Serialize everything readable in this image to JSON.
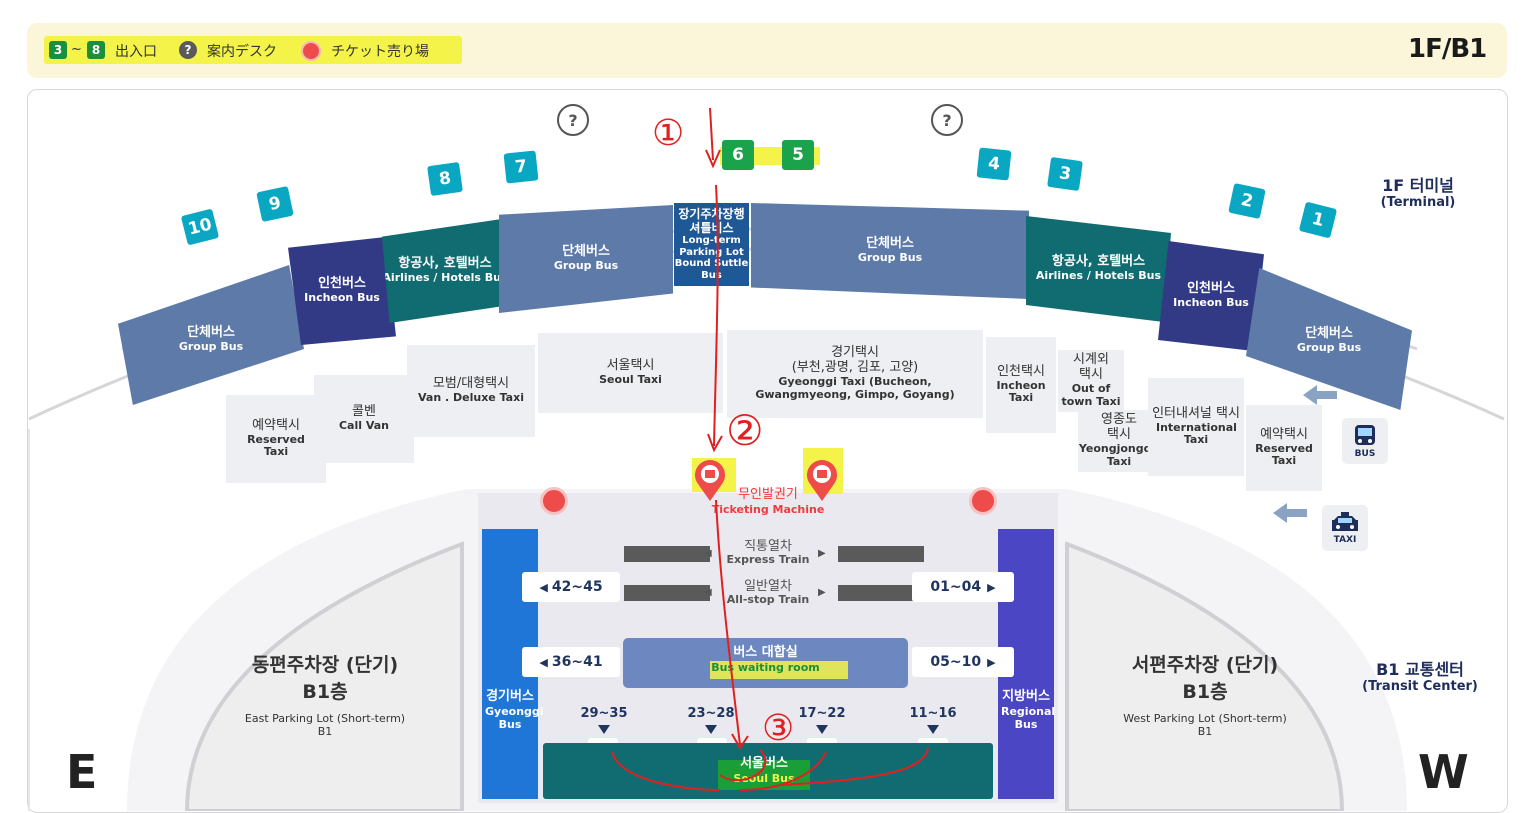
{
  "legend": {
    "range_start": "3",
    "range_tilde": "~",
    "range_end": "8",
    "entrance_label": "出入口",
    "info_icon": "question-circle-icon",
    "info_label": "案内デスク",
    "ticket_icon": "ticket-circle-icon",
    "ticket_label": "チケット売り場",
    "highlight_color": "#f4f34a"
  },
  "floor": "1F/B1",
  "gates": [
    "10",
    "9",
    "8",
    "7",
    "6",
    "5",
    "4",
    "3",
    "2",
    "1"
  ],
  "info_mark": "?",
  "bus_zones": [
    {
      "ko": "단체버스",
      "en": "Group Bus"
    },
    {
      "ko": "인천버스",
      "en": "Incheon Bus"
    },
    {
      "ko": "항공사, 호텔버스",
      "en": "Airlines / Hotels Bus"
    },
    {
      "ko": "단체버스",
      "en": "Group Bus"
    },
    {
      "ko": "장기주차장행 셔틀비스",
      "en": "Long-term Parking Lot Bound Suttle Bus"
    },
    {
      "ko": "단체버스",
      "en": "Group Bus"
    },
    {
      "ko": "항공사, 호텔버스",
      "en": "Airlines / Hotels Bus"
    },
    {
      "ko": "인천버스",
      "en": "Incheon Bus"
    },
    {
      "ko": "단체버스",
      "en": "Group Bus"
    }
  ],
  "taxi_zones": [
    {
      "ko": "예약택시",
      "en": "Reserved Taxi"
    },
    {
      "ko": "콜벤",
      "en": "Call Van"
    },
    {
      "ko": "모범/대형택시",
      "en": "Van . Deluxe Taxi"
    },
    {
      "ko": "서울택시",
      "en": "Seoul Taxi"
    },
    {
      "ko": "경기택시\n(부천,광명, 김포, 고양)",
      "en": "Gyeonggi Taxi (Bucheon, Gwangmyeong, Gimpo, Goyang)"
    },
    {
      "ko": "인천택시",
      "en": "Incheon Taxi"
    },
    {
      "ko": "시계외 택시",
      "en": "Out of town Taxi"
    },
    {
      "ko": "영종도 택시",
      "en": "Yeongjongdo Taxi"
    },
    {
      "ko": "인터내셔널 택시",
      "en": "International Taxi"
    },
    {
      "ko": "예약택시",
      "en": "Reserved Taxi"
    }
  ],
  "terminal_label": {
    "ko": "1F 터미널",
    "en": "(Terminal)"
  },
  "transit_label": {
    "ko": "B1 교통센터",
    "en": "(Transit Center)"
  },
  "bus_icon": {
    "icon": "bus-icon",
    "label": "BUS"
  },
  "taxi_icon": {
    "icon": "taxi-icon",
    "label": "TAXI"
  },
  "ticket_machine": {
    "ko": "무인발권기",
    "en": "Ticketing Machine"
  },
  "trains": [
    {
      "ko": "직통열차",
      "en": "Express Train"
    },
    {
      "ko": "일반열차",
      "en": "All-stop Train"
    }
  ],
  "platforms": {
    "left_top": "42~45",
    "right_top": "01~04",
    "left_mid": "36~41",
    "right_mid": "05~10"
  },
  "waiting_room": {
    "ko": "버스 대합실",
    "en": "Bus waiting room"
  },
  "bottom_platforms": [
    "29~35",
    "23~28",
    "17~22",
    "11~16"
  ],
  "gyeonggi_bus": {
    "ko": "경기버스",
    "en": "Gyeonggi Bus"
  },
  "regional_bus": {
    "ko": "지방버스",
    "en": "Regional Bus"
  },
  "seoul_bus": {
    "ko": "서울버스",
    "en": "Seoul Bus"
  },
  "parking_east": {
    "ko": "동편주차장 (단기)\nB1층",
    "en": "East Parking Lot (Short-term)\nB1"
  },
  "parking_west": {
    "ko": "서편주차장 (단기)\nB1층",
    "en": "West Parking Lot (Short-term)\nB1"
  },
  "directions": {
    "east": "E",
    "west": "W"
  },
  "annotations": [
    "①",
    "②",
    "③"
  ],
  "colors": {
    "gate": "#0aa7c2",
    "group_bus": "#5d7aa8",
    "incheon_bus": "#323a86",
    "airline_bus": "#106c71",
    "long_term_bus": "#1f5896",
    "gyeonggi_bus": "#1f76d6",
    "regional_bus": "#4b46c4",
    "seoul_bus": "#106c71",
    "ticket": "#ee4b4b",
    "pen_annotation": "#e02020"
  }
}
